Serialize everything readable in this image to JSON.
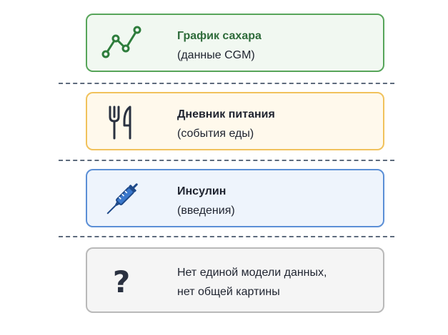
{
  "cards": [
    {
      "title": "График сахара",
      "subtitle": "(данные CGM)",
      "icon": "line-chart-icon"
    },
    {
      "title": "Дневник питания",
      "subtitle": "(события еды)",
      "icon": "fork-knife-icon"
    },
    {
      "title": "Инсулин",
      "subtitle": "(введения)",
      "icon": "syringe-icon"
    },
    {
      "line1": "Нет единой модели данных,",
      "line2": "нет общей картины",
      "icon": "question-mark-icon",
      "glyph": "?"
    }
  ],
  "colors": {
    "cgm_border": "#57a55a",
    "food_border": "#f1c25c",
    "insulin_border": "#5b8fd6",
    "none_border": "#b9b9b9"
  }
}
